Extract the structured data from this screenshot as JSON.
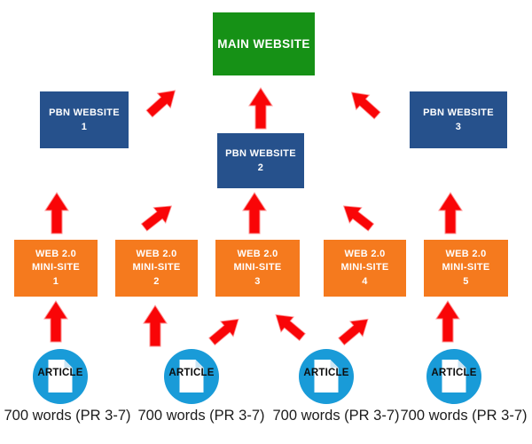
{
  "colors": {
    "green": "#169116",
    "navy": "#26518C",
    "orange": "#F57A1E",
    "blue": "#199BD8",
    "red": "#F90507",
    "redEdge": "#FC8F8F",
    "text": "#1C1C1C"
  },
  "main_website": {
    "label": "MAIN WEBSITE"
  },
  "pbn_websites": [
    {
      "name": "PBN WEBSITE",
      "number": "1"
    },
    {
      "name": "PBN WEBSITE",
      "number": "2"
    },
    {
      "name": "PBN WEBSITE",
      "number": "3"
    }
  ],
  "web20_minisites": [
    {
      "line1": "WEB 2.0",
      "line2": "MINI-SITE",
      "number": "1"
    },
    {
      "line1": "WEB 2.0",
      "line2": "MINI-SITE",
      "number": "2"
    },
    {
      "line1": "WEB 2.0",
      "line2": "MINI-SITE",
      "number": "3"
    },
    {
      "line1": "WEB 2.0",
      "line2": "MINI-SITE",
      "number": "4"
    },
    {
      "line1": "WEB 2.0",
      "line2": "MINI-SITE",
      "number": "5"
    }
  ],
  "articles": [
    {
      "icon_label": "ARTICLE",
      "caption": "700 words (PR 3-7)"
    },
    {
      "icon_label": "ARTICLE",
      "caption": "700 words (PR 3-7)"
    },
    {
      "icon_label": "ARTICLE",
      "caption": "700 words (PR 3-7)"
    },
    {
      "icon_label": "ARTICLE",
      "caption": "700 words (PR 3-7)"
    }
  ]
}
